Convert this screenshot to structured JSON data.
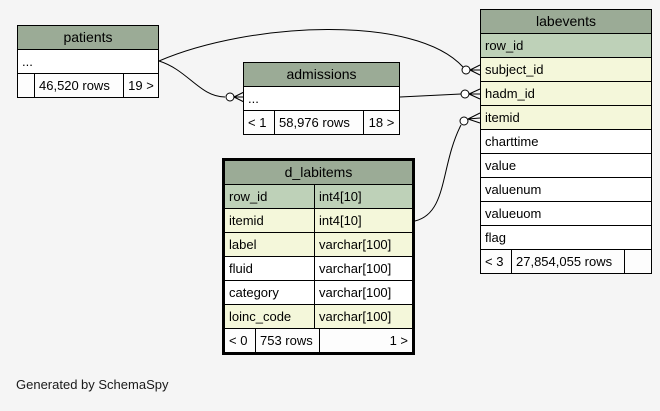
{
  "page": {
    "generated_by": "Generated by SchemaSpy"
  },
  "colors": {
    "background": "#f5f5f5",
    "header": "#9bab96",
    "primary_key": "#bed1b8",
    "indexed": "#f4f7da",
    "line": "#000000"
  },
  "tables": {
    "patients": {
      "title": "patients",
      "ellipsis": "...",
      "footer": {
        "parents": "",
        "rows": "46,520 rows",
        "children": "19 >"
      }
    },
    "admissions": {
      "title": "admissions",
      "ellipsis": "...",
      "footer": {
        "parents": "< 1",
        "rows": "58,976 rows",
        "children": "18 >"
      }
    },
    "d_labitems": {
      "title": "d_labitems",
      "columns": [
        {
          "name": "row_id",
          "type": "int4[10]",
          "kind": "primary"
        },
        {
          "name": "itemid",
          "type": "int4[10]",
          "kind": "indexed"
        },
        {
          "name": "label",
          "type": "varchar[100]",
          "kind": "indexed"
        },
        {
          "name": "fluid",
          "type": "varchar[100]",
          "kind": "plain"
        },
        {
          "name": "category",
          "type": "varchar[100]",
          "kind": "plain"
        },
        {
          "name": "loinc_code",
          "type": "varchar[100]",
          "kind": "indexed"
        }
      ],
      "footer": {
        "parents": "< 0",
        "rows": "753 rows",
        "children": "1 >"
      }
    },
    "labevents": {
      "title": "labevents",
      "columns": [
        {
          "name": "row_id",
          "kind": "primary"
        },
        {
          "name": "subject_id",
          "kind": "indexed"
        },
        {
          "name": "hadm_id",
          "kind": "indexed"
        },
        {
          "name": "itemid",
          "kind": "indexed"
        },
        {
          "name": "charttime",
          "kind": "plain"
        },
        {
          "name": "value",
          "kind": "plain"
        },
        {
          "name": "valuenum",
          "kind": "plain"
        },
        {
          "name": "valueuom",
          "kind": "plain"
        },
        {
          "name": "flag",
          "kind": "plain"
        }
      ],
      "footer": {
        "parents": "< 3",
        "rows": "27,854,055 rows",
        "children": ""
      }
    }
  },
  "relationships": [
    {
      "parent": "patients",
      "child": "labevents",
      "child_column": "subject_id"
    },
    {
      "parent": "patients",
      "child": "admissions"
    },
    {
      "parent": "admissions",
      "child": "labevents",
      "child_column": "hadm_id"
    },
    {
      "parent": "d_labitems",
      "child": "labevents",
      "child_column": "itemid"
    }
  ]
}
